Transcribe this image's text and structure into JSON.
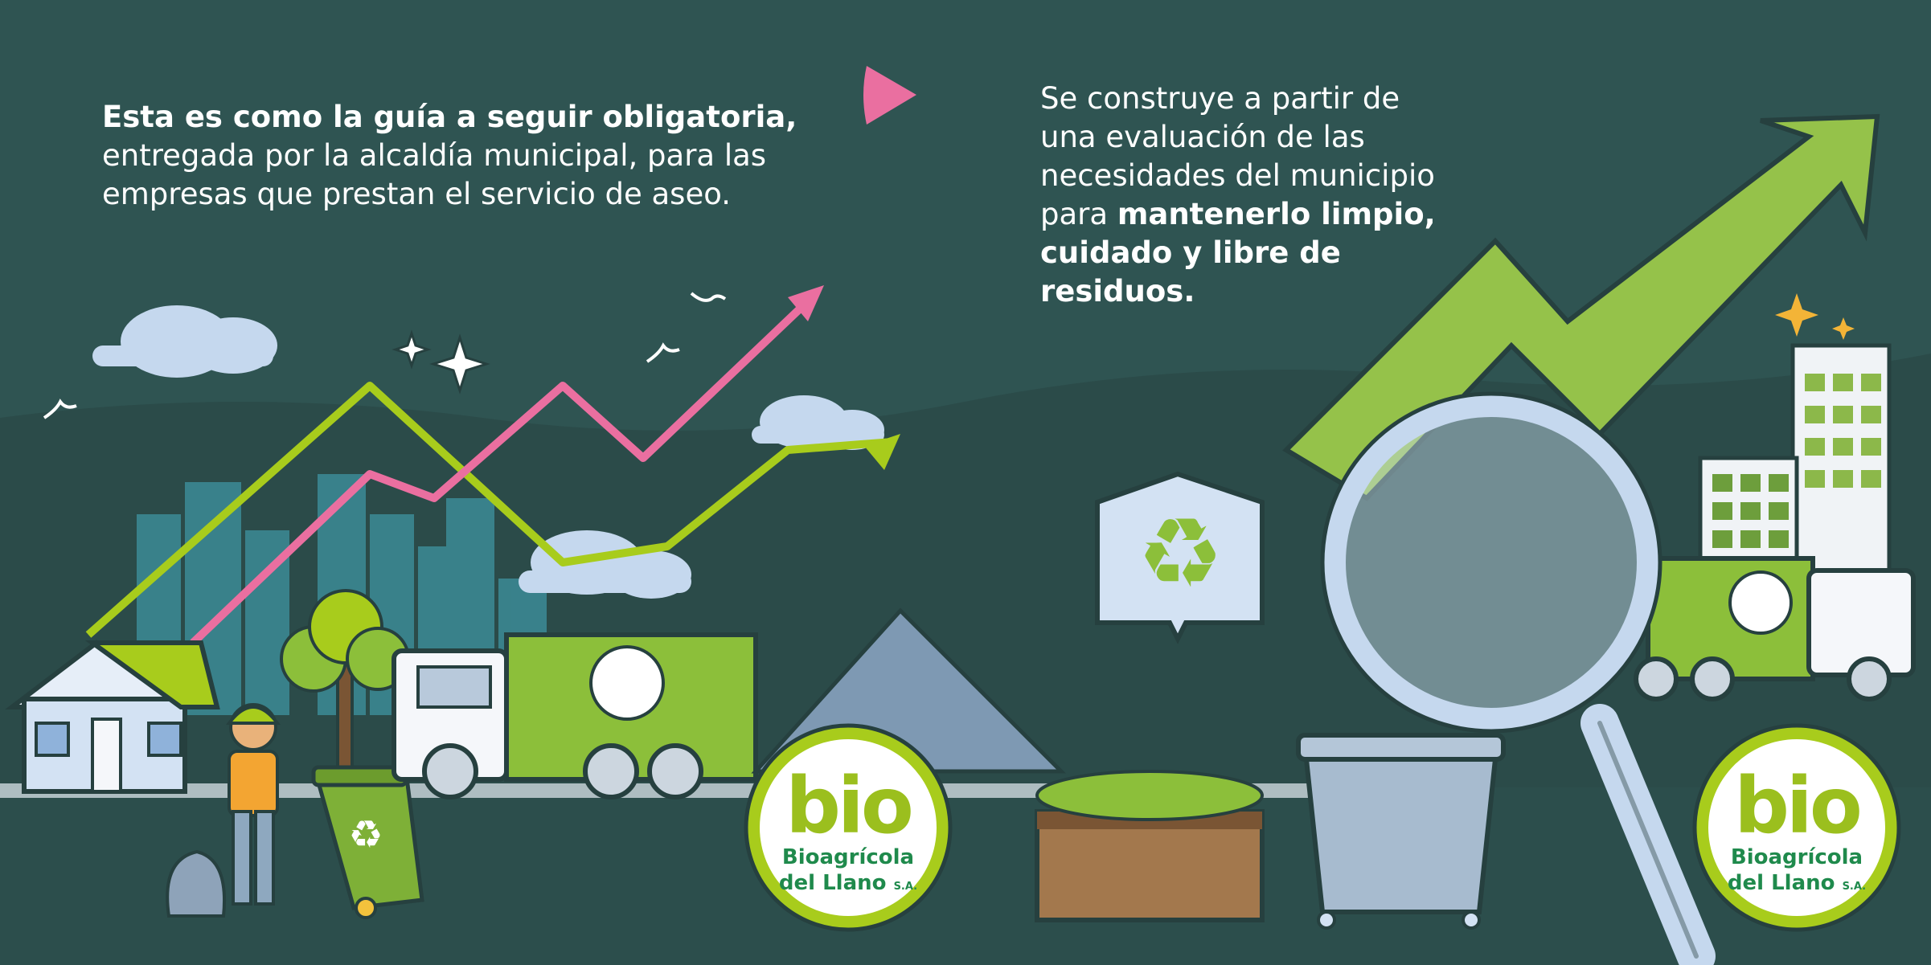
{
  "intro": {
    "bold": "Esta es como la guía a seguir obligatoria,",
    "line2": "entregada por la alcaldía municipal, para las",
    "line3": "empresas que prestan el servicio de aseo."
  },
  "detail": {
    "line1": "Se construye a partir de",
    "line2": "una evaluación de las",
    "line3": "necesidades del municipio",
    "line4_plain": "para ",
    "line4_bold": "mantenerlo limpio,",
    "line5_bold": "cuidado y libre de",
    "line6_bold": "residuos."
  },
  "brand": {
    "mark": "bio",
    "name_line1": "Bioagrícola",
    "name_line2": "del Llano",
    "suffix": "S.A."
  },
  "colors": {
    "background": "#2f5452",
    "accent_pink": "#ea6fa0",
    "accent_lime": "#a8cc1c",
    "brand_green": "#1f8a4c"
  },
  "icons": [
    "play-arrow-icon",
    "recycle-icon",
    "magnifier-icon",
    "sparkle-icon"
  ]
}
